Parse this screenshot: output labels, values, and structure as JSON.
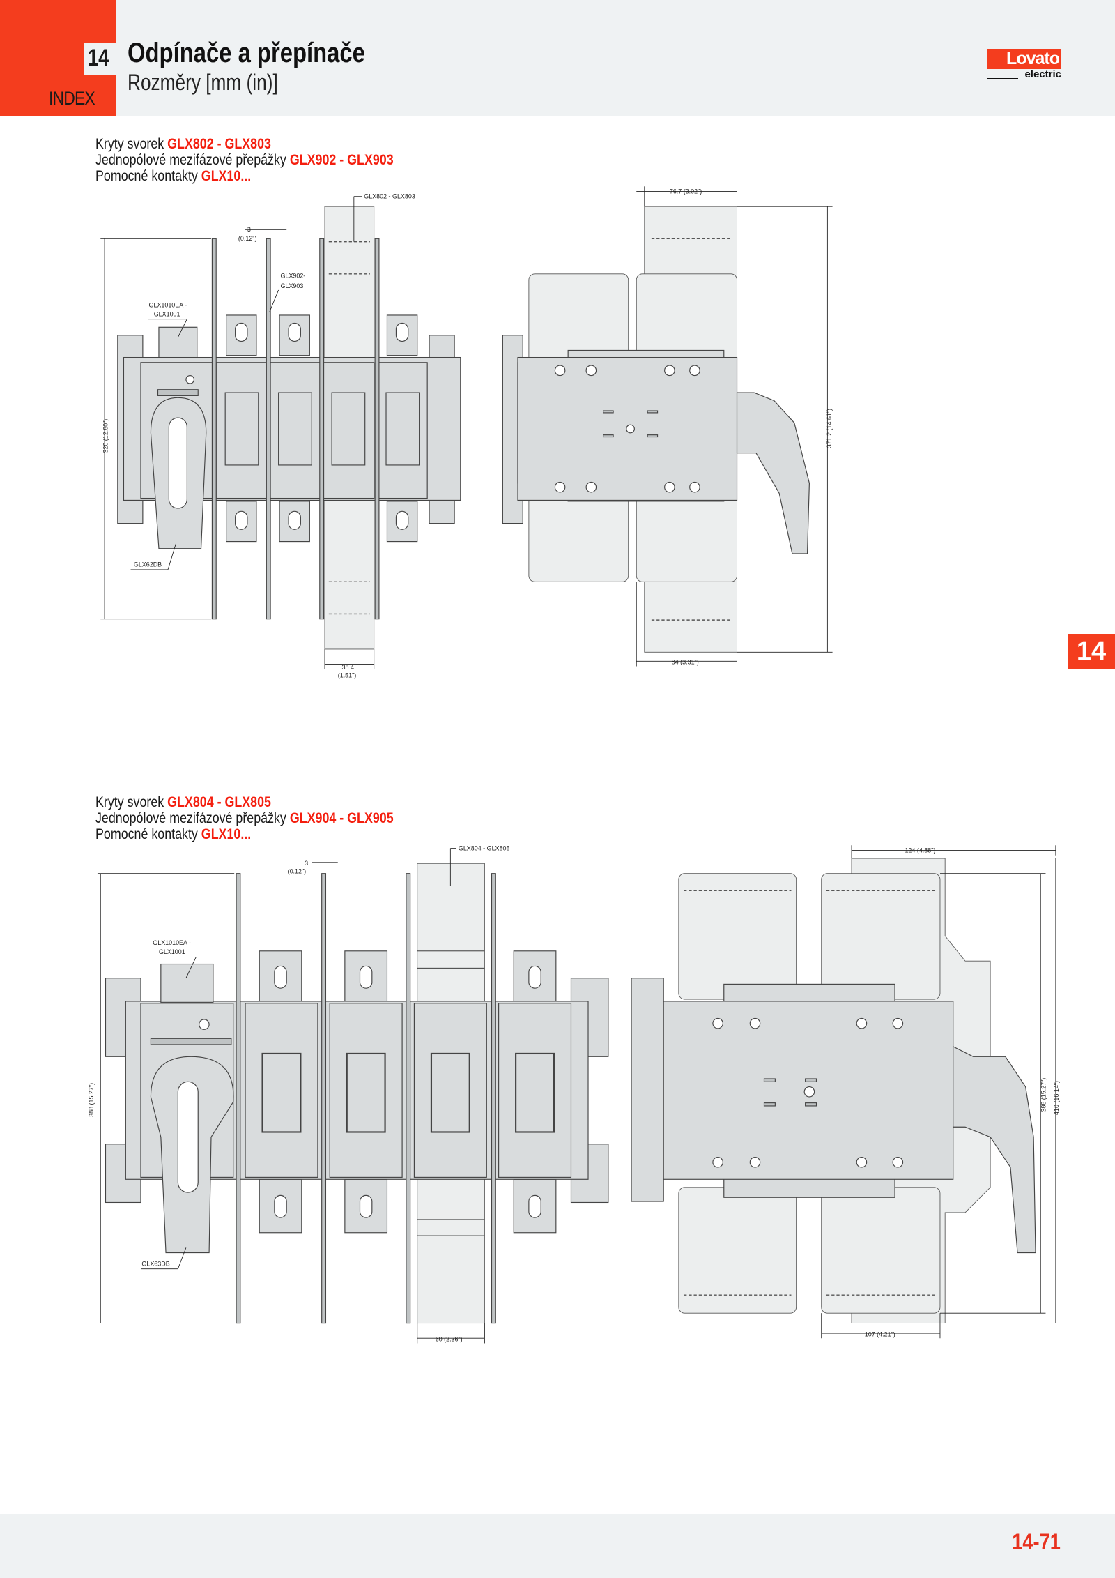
{
  "header": {
    "chapter_number": "14",
    "title": "Odpínače a přepínače",
    "subtitle": "Rozměry [mm (in)]",
    "index_label": "INDEX",
    "logo": {
      "brand": "Lovato",
      "sub": "electric"
    }
  },
  "side_tab": "14",
  "colors": {
    "accent": "#f43d1e",
    "highlight_text": "#f41e0e",
    "header_bg": "#eff2f3"
  },
  "sections": [
    {
      "lines": [
        {
          "text": "Kryty svorek ",
          "code": "GLX802 - GLX803"
        },
        {
          "text": "Jednopólové mezifázové přepážky ",
          "code": "GLX902 - GLX903"
        },
        {
          "text": "Pomocné kontakty ",
          "code": "GLX10..."
        }
      ],
      "front_view": {
        "cover_label": "GLX802 - GLX803",
        "partition_thickness": [
          "3",
          "(0.12\")"
        ],
        "partition_label": [
          "GLX902-",
          "GLX903"
        ],
        "aux_contact_label": [
          "GLX1010EA -",
          "GLX1001"
        ],
        "height_dim": "320 (12.60\")",
        "handle_label": "GLX62DB",
        "cover_width_dim": [
          "38.4",
          "(1.51\")"
        ]
      },
      "side_view": {
        "top_width_dim": "76.7 (3.02\")",
        "height_dim": "371.2 (14.61\")",
        "bottom_width_dim": "84 (3.31\")"
      }
    },
    {
      "lines": [
        {
          "text": "Kryty svorek ",
          "code": "GLX804 - GLX805"
        },
        {
          "text": "Jednopólové mezifázové přepážky ",
          "code": "GLX904 - GLX905"
        },
        {
          "text": "Pomocné kontakty ",
          "code": "GLX10..."
        }
      ],
      "front_view": {
        "cover_label": "GLX804 - GLX805",
        "partition_thickness": [
          "3",
          "(0.12\")"
        ],
        "aux_contact_label": [
          "GLX1010EA -",
          "GLX1001"
        ],
        "height_dim": "388 (15.27\")",
        "handle_label": "GLX63DB",
        "cover_width_dim": "60 (2.36\")"
      },
      "side_view": {
        "top_width_dim": "124 (4.88\")",
        "height_dim_inner": "388 (15.27\")",
        "height_dim_outer": "410 (16.14\")",
        "bottom_width_dim": "107 (4.21\")"
      }
    }
  ],
  "footer": {
    "page_number": "14-71"
  }
}
